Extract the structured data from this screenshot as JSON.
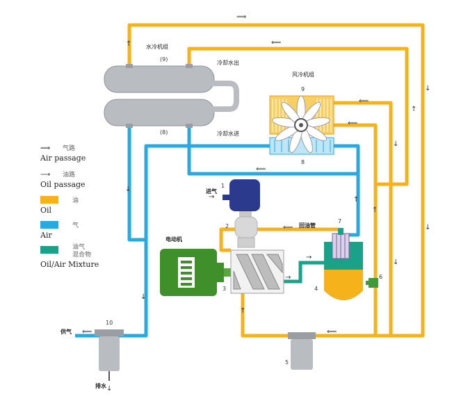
{
  "labels": {
    "water_cooler": "水冷机组",
    "water_cooler_top_num": "(9)",
    "water_cooler_bottom_num": "(8)",
    "cooling_water_out": "冷却水出",
    "cooling_water_in": "冷却水进",
    "air_cooler": "风冷机组",
    "air_cooler_num_top": "9",
    "air_cooler_num_bottom": "8",
    "intake": "进气",
    "intake_num": "1",
    "valve_num": "2",
    "motor": "电动机",
    "compressor_num": "3",
    "separator_num": "4",
    "oil_filter_num": "5",
    "thermo_valve_num": "6",
    "separator_element_num": "7",
    "return_oil_pipe": "回油管",
    "dryer_num": "10",
    "air_supply": "供气",
    "drain": "排水"
  },
  "legend": {
    "air_passage_cn": "气路",
    "air_passage_en": "Air passage",
    "oil_passage_cn": "油路",
    "oil_passage_en": "Oil passage",
    "oil_cn": "油",
    "oil_en": "Oil",
    "air_cn": "气",
    "air_en": "Air",
    "mixture_cn_1": "油气",
    "mixture_cn_2": "混合物",
    "mixture_en": "Oil/Air Mixture"
  },
  "colors": {
    "oil": "#f5b21b",
    "air": "#2aa8e0",
    "mixture": "#1aa189",
    "motor": "#3f8f2a",
    "intake_valve": "#2b3a8c",
    "cooler_body": "#b9bcc0"
  }
}
